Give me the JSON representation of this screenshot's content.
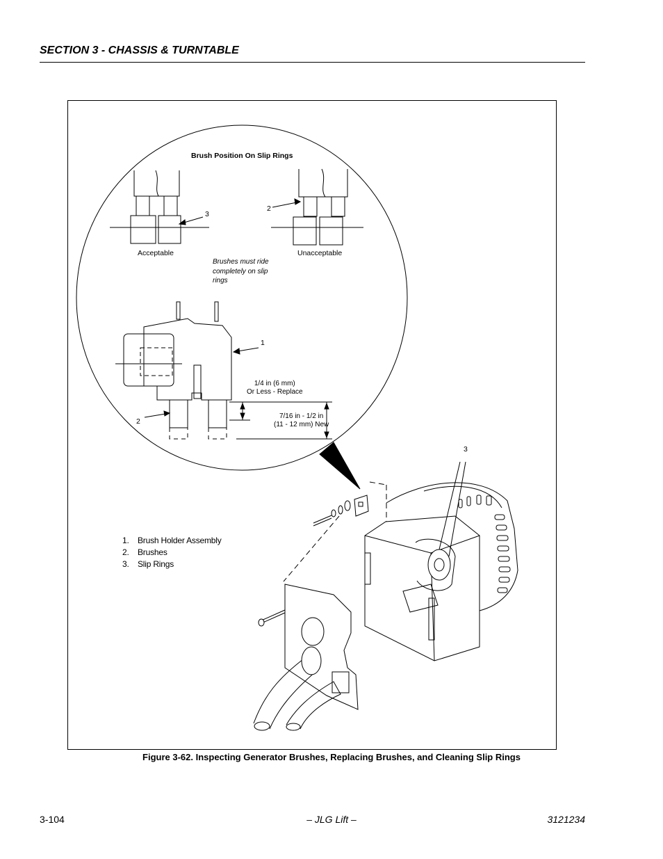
{
  "header": {
    "section_title": "SECTION 3 - CHASSIS & TURNTABLE"
  },
  "figure": {
    "inset_title": "Brush Position On Slip Rings",
    "acceptable_label": "Acceptable",
    "unacceptable_label": "Unacceptable",
    "note": [
      "Brushes  must  ride",
      "completely  on  slip",
      "rings"
    ],
    "callout_3": "3",
    "callout_2": "2",
    "callout_1": "1",
    "replace_text": [
      "1/4 in (6 mm)",
      "Or Less -  Replace"
    ],
    "new_text": [
      "7/16 in -  1/2 in",
      "(11  -  12 mm) New"
    ],
    "legend": [
      {
        "num": "1.",
        "label": "Brush Holder Assembly"
      },
      {
        "num": "2.",
        "label": "Brushes"
      },
      {
        "num": "3.",
        "label": "Slip Rings"
      }
    ],
    "caption": "Figure 3-62.  Inspecting Generator Brushes, Replacing Brushes, and Cleaning Slip Rings"
  },
  "footer": {
    "page_number": "3-104",
    "center_text": "– JLG Lift –",
    "doc_number": "3121234"
  }
}
